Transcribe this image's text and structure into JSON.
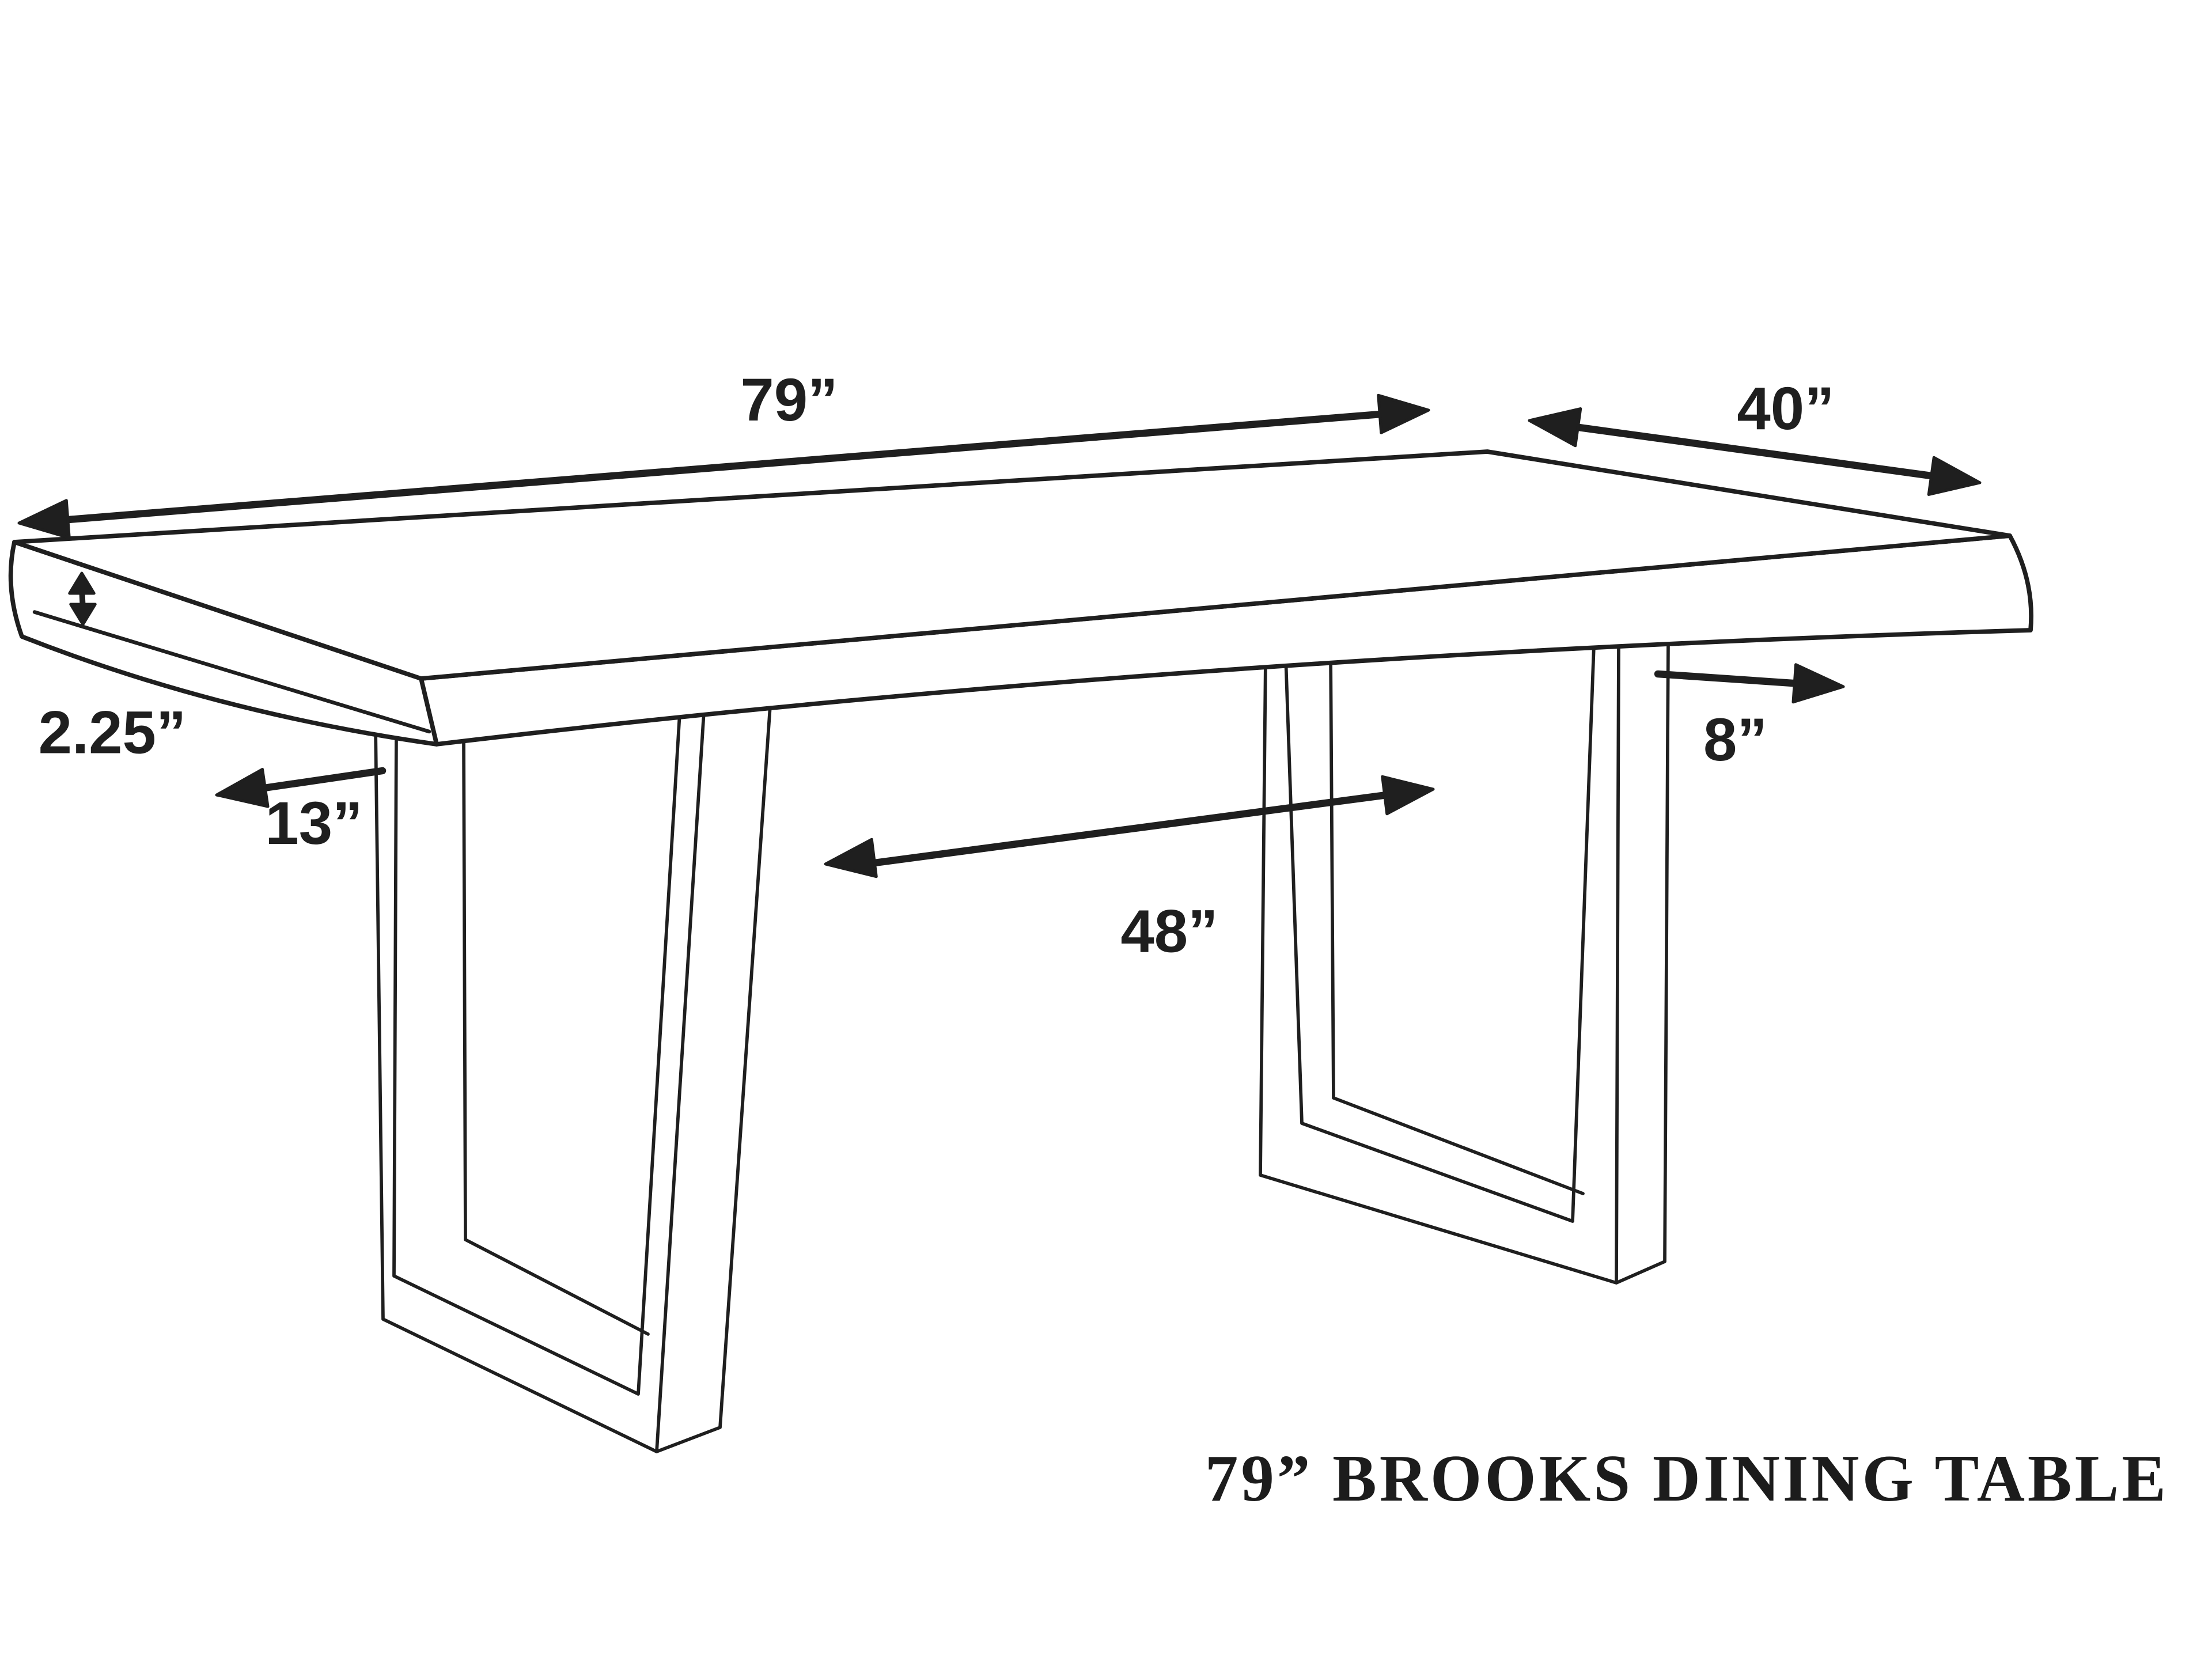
{
  "canvas": {
    "background": "#ffffff",
    "ink": "#1f1f1f"
  },
  "title": "79” BROOKS DINING TABLE",
  "dimensions": {
    "table_length": {
      "label": "79”"
    },
    "table_width": {
      "label": "40”"
    },
    "top_thickness": {
      "label": "2.25”"
    },
    "leg_inset": {
      "label": "13”"
    },
    "leg_depth": {
      "label": "8”"
    },
    "leg_spacing": {
      "label": "48”"
    }
  }
}
